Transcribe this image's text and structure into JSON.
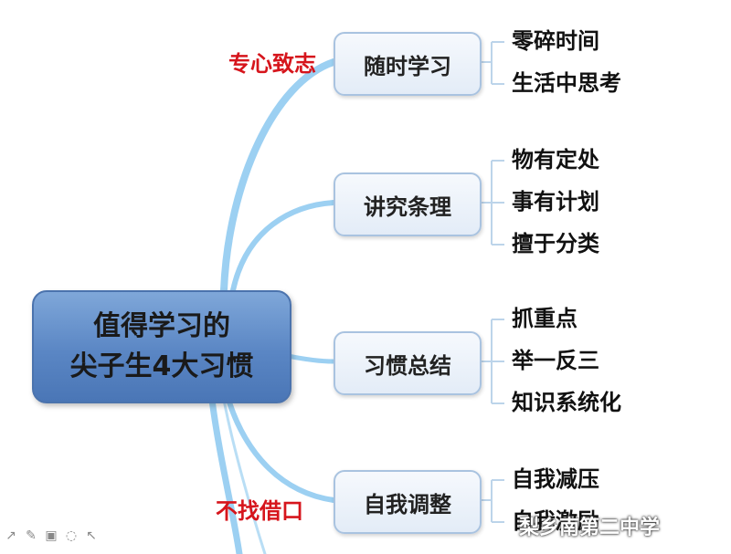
{
  "central": {
    "line1": "值得学习的",
    "line2": "尖子生4大习惯"
  },
  "branches": [
    {
      "label": "随时学习",
      "tag": "专心致志",
      "leaves": [
        "零碎时间",
        "生活中思考"
      ]
    },
    {
      "label": "讲究条理",
      "leaves": [
        "物有定处",
        "事有计划",
        "擅于分类"
      ]
    },
    {
      "label": "习惯总结",
      "leaves": [
        "抓重点",
        "举一反三",
        "知识系统化"
      ]
    },
    {
      "label": "自我调整",
      "tag": "不找借口",
      "leaves": [
        "自我减压",
        "自我激励"
      ]
    }
  ],
  "watermark": "梨乡南第二中学",
  "toolbar_icons": [
    "arrow-icon",
    "pen-icon",
    "image-icon",
    "eraser-icon",
    "cursor-icon"
  ],
  "colors": {
    "branch": "#9cd0f2",
    "leaf_line": "#bcd4ea",
    "tag": "#d6151c",
    "central": "#5a86c4"
  }
}
